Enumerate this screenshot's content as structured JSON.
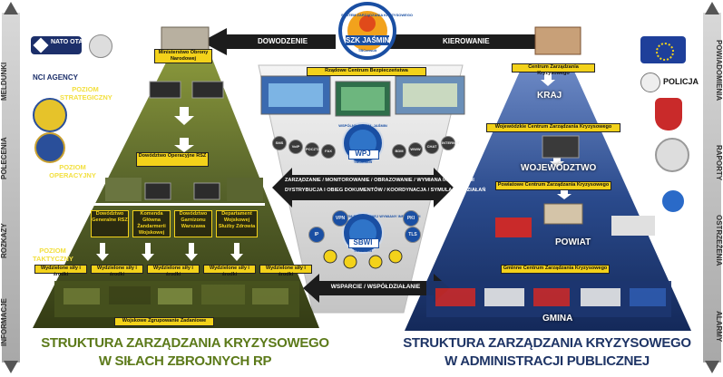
{
  "side_left": {
    "top": "MELDUNKI",
    "middle": "POLECENIA",
    "lower": "ROZKAZY",
    "bottom": "INFORMACJE"
  },
  "side_right": {
    "top": "POWIADOMIENIA",
    "middle": "RAPORTY",
    "lower": "OSTRZEŻENIA",
    "bottom": "ALARMY"
  },
  "center": {
    "szk_top": "SYSTEM ZARZĄDZANIA KRYZYSOWEGO",
    "szk_name": "SZK JAŚMIN",
    "szk_sub": "TBConsult",
    "arrow_left": "DOWODZENIE",
    "arrow_right": "KIEROWANIE",
    "rcb": "Rządowe Centrum Bezpieczeństwa",
    "wpj_top": "WSPÓLNY PORTAL JAŚMIN",
    "wpj": "WPJ",
    "wpj_sub": "TBConsult",
    "services": [
      "SMS",
      "VoIP",
      "POCZTA",
      "FAX",
      "BDM",
      "WWW",
      "CHAT",
      "INTERNET"
    ],
    "functions_line1": "ZARZĄDZANIE / MONITOROWANIE / OBRAZOWANIE / WYMIANA INFORMACJI",
    "functions_line2": "DYSTRYBUCJA I OBIEG DOKUMENTÓW / KOORDYNACJA / SYMULACJA DZIAŁAŃ",
    "sbwi_top": "SYSTEM BEZPIECZNEJ WYMIANY INFORMACJI",
    "sbwi": "SBWI",
    "sbwi_sub": "TBConsult",
    "sbwi_nodes": [
      "VPN",
      "PKI",
      "IP",
      "TLS"
    ],
    "support": "WSPARCIE / WSPÓŁDZIAŁANIE"
  },
  "military": {
    "logos": [
      "NATO OTAN",
      "NCI AGENCY"
    ],
    "ministry": "Ministerstwo Obrony Narodowej",
    "level_strategic": "POZIOM STRATEGICZNY",
    "operational_command": "Dowództwo Operacyjne RSZ",
    "level_operational": "POZIOM OPERACYJNY",
    "commands": [
      "Dowództwo Generalne RSZ",
      "Komenda Główna Żandarmerii Wojskowej",
      "Dowództwo Garnizonu Warszawa",
      "Departament Wojskowej Służby Zdrowia"
    ],
    "level_tactical": "POZIOM TAKTYCZNY",
    "forces": [
      "Wydzielone siły i środki",
      "Wydzielone siły i środki",
      "Wydzielone siły i środki",
      "Wydzielone siły i środki",
      "Wydzielone siły i środki"
    ],
    "group": "Wojskowe Zgrupowanie Zadaniowe",
    "title_line1": "STRUKTURA ZARZĄDZANIA KRYZYSOWEGO",
    "title_line2": "W SIŁACH ZBROJNYCH RP"
  },
  "civil": {
    "police": "POLICJA",
    "national_center": "Centrum Zarządzania Kryzysowego",
    "level_country": "KRAJ",
    "voivodeship_center": "Wojewódzkie Centrum Zarządzania Kryzysowego",
    "level_voivodeship": "WOJEWÓDZTWO",
    "district_center": "Powiatowe Centrum Zarządzania Kryzysowego",
    "level_district": "POWIAT",
    "commune_center": "Gminne Centrum Zarządzania Kryzysowego",
    "level_commune": "GMINA",
    "title_line1": "STRUKTURA ZARZĄDZANIA KRYZYSOWEGO",
    "title_line2": "W ADMINISTRACJI PUBLICZNEJ"
  },
  "colors": {
    "military_green": "#4f5a1e",
    "military_dark": "#2e3410",
    "civil_blue": "#1f3c78",
    "civil_dark": "#122654",
    "accent_yellow": "#f3d21a",
    "szk_blue": "#1a4fa3",
    "title_green": "#5c7a1a",
    "title_navy": "#1f3566"
  }
}
